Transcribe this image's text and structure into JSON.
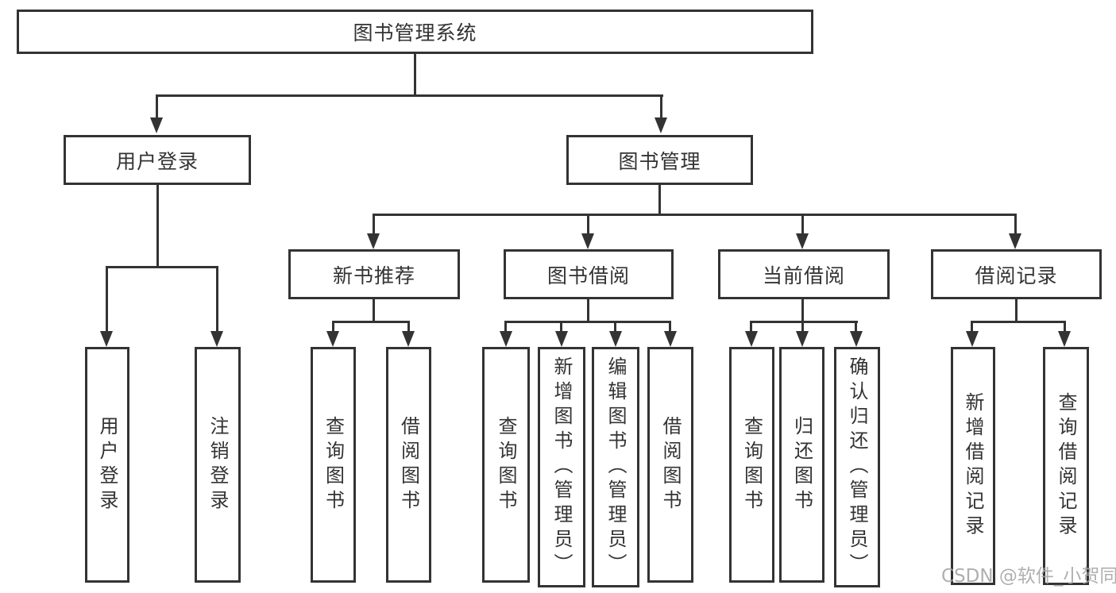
{
  "diagram": {
    "nodes": {
      "root": "图书管理系统",
      "user_login": "用户登录",
      "book_management": "图书管理",
      "user_login_child": "用户登录",
      "logout": "注销登录",
      "new_book_recommend": "新书推荐",
      "book_borrow": "图书借阅",
      "current_borrow": "当前借阅",
      "borrow_records": "借阅记录",
      "nb_query_books": "查询图书",
      "nb_borrow_books": "借阅图书",
      "bb_query_books": "查询图书",
      "bb_add_books": "新增图书（管理员）",
      "bb_edit_books": "编辑图书（管理员）",
      "bb_borrow_books": "借阅图书",
      "cb_query_books": "查询图书",
      "cb_return_books": "归还图书",
      "cb_confirm_return": "确认归还（管理员）",
      "br_add_record": "新增借阅记录",
      "br_query_record": "查询借阅记录"
    },
    "watermark": "CSDN @软件_小贺同学",
    "colors": {
      "line": "#333333",
      "text": "#333333",
      "watermark": "#a8a8a8",
      "background": "#ffffff"
    }
  }
}
